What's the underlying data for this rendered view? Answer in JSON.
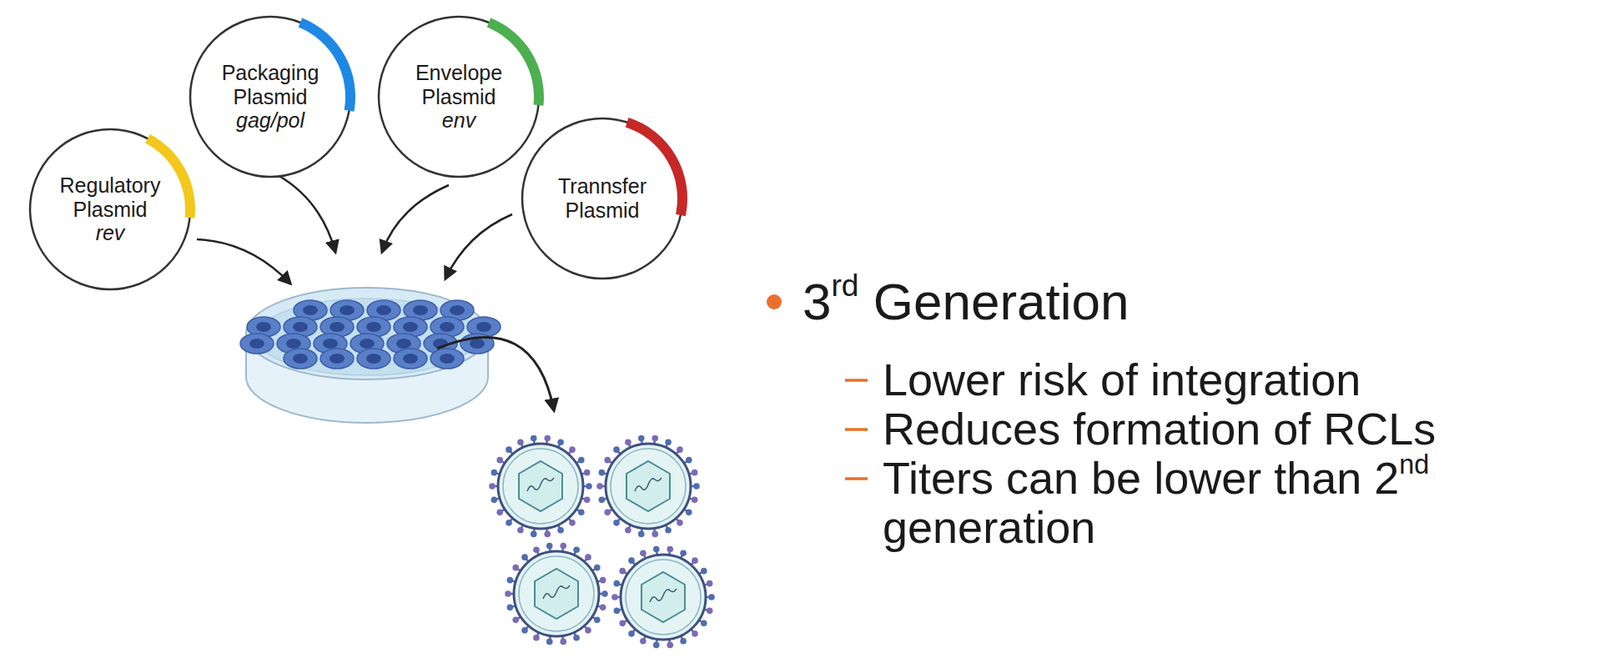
{
  "diagram": {
    "nodes": [
      {
        "text": [
          "Regulatory Plasmid",
          "rev"
        ]
      },
      {
        "text": [
          "Packaging Plasmid",
          "gag/pol"
        ]
      },
      {
        "text": [
          "Envelope Plasmid",
          "env"
        ]
      },
      {
        "text": [
          "Trannsfer Plasmid"
        ]
      }
    ],
    "labels": [
      "3rd Generation",
      "Lower risk of integration",
      "Reduces formation of RCLs",
      "Titers can be lower than 2nd generation"
    ]
  }
}
